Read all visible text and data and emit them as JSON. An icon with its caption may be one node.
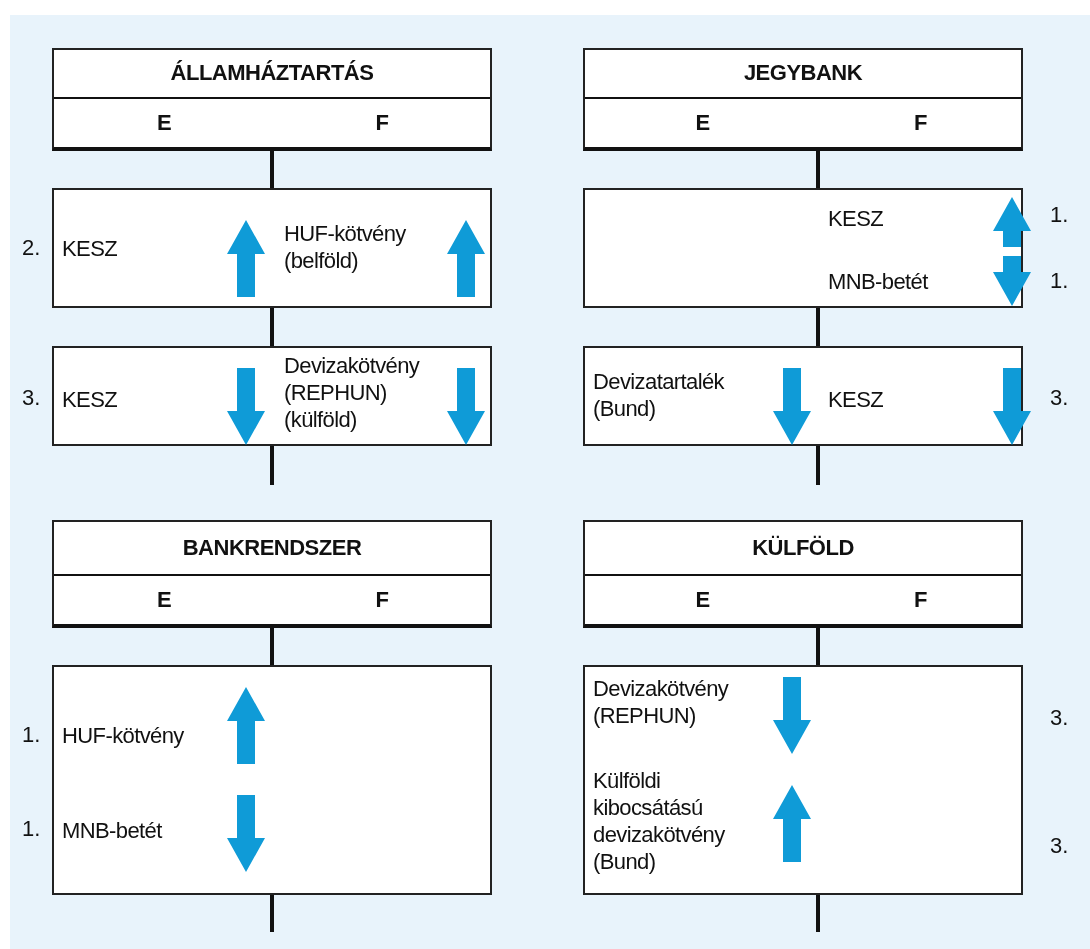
{
  "diagram": {
    "nodes": [
      {
        "text": [
          "ÁLLAMHÁZTARTÁS",
          "E",
          "F"
        ]
      },
      {
        "text": [
          "KESZ",
          "HUF-kötvény (belföld)"
        ],
        "beside": [
          "2."
        ]
      },
      {
        "text": [
          "KESZ",
          "Devizakötvény (REPHUN) (külföld)"
        ],
        "beside": [
          "3."
        ]
      },
      {
        "text": [
          "JEGYBANK",
          "E",
          "F"
        ]
      },
      {
        "text": [
          "KESZ",
          "MNB-betét"
        ],
        "beside": [
          "1.",
          "1."
        ]
      },
      {
        "text": [
          "Devizatartalék (Bund)",
          "KESZ"
        ],
        "beside": [
          "3."
        ]
      },
      {
        "text": [
          "BANKRENDSZER",
          "E",
          "F"
        ]
      },
      {
        "text": [
          "HUF-kötvény",
          "MNB-betét"
        ],
        "beside": [
          "1.",
          "1."
        ]
      },
      {
        "text": [
          "KÜLFÖLD",
          "E",
          "F"
        ]
      },
      {
        "text": [
          "Devizakötvény (REPHUN)",
          "Külföldi kibocsátású devizakötvény (Bund)"
        ],
        "beside": [
          "3.",
          "3."
        ]
      }
    ]
  }
}
